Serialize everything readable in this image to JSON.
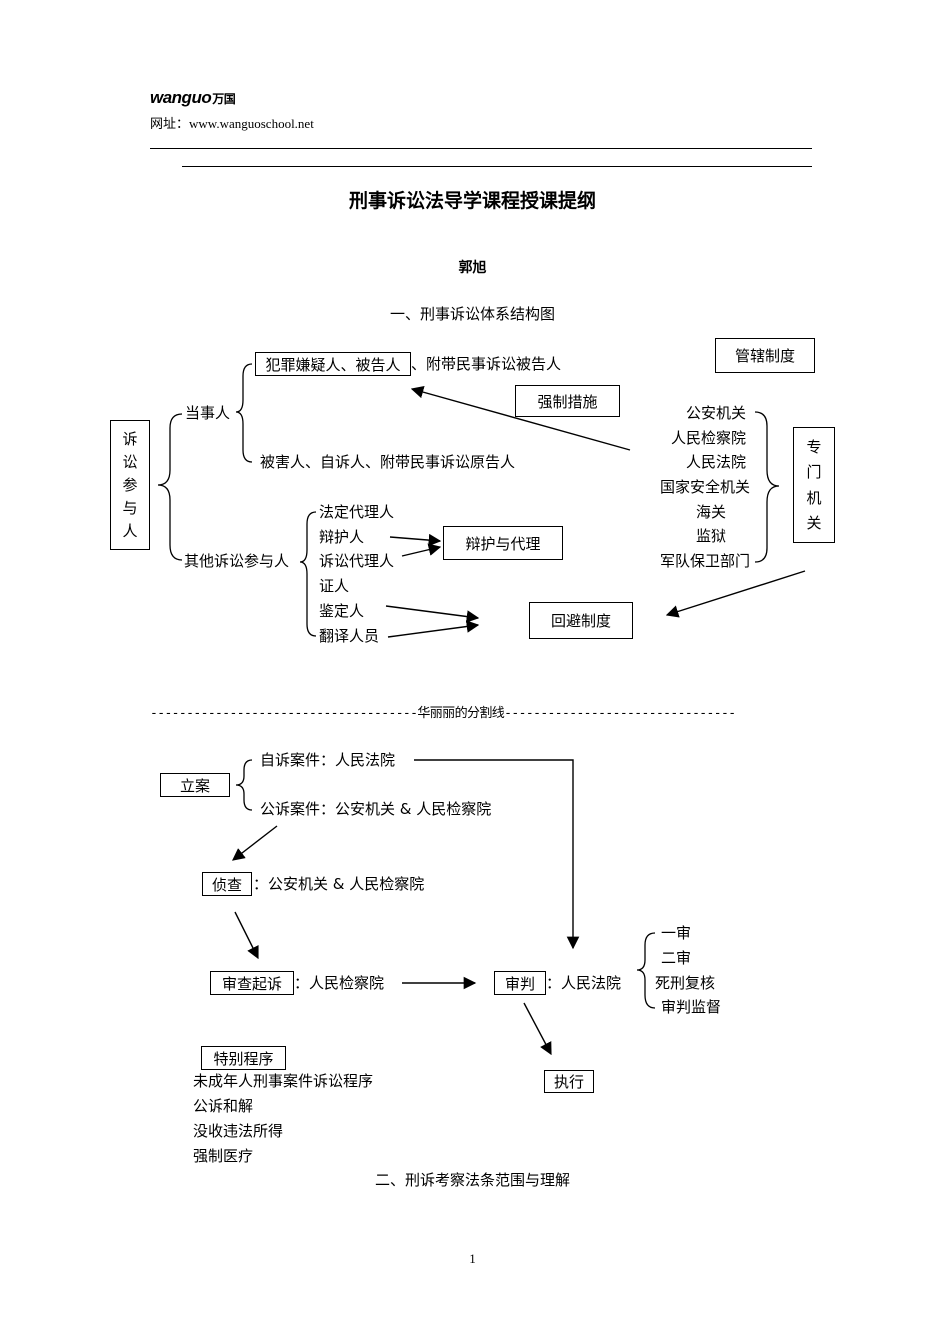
{
  "header": {
    "logo_text": "wanguo",
    "logo_cn": "万国",
    "url_label": "网址：",
    "url": "www.wanguoschool.net"
  },
  "doc": {
    "title": "刑事诉讼法导学课程授课提纲",
    "author": "郭旭",
    "section1": "一、刑事诉讼体系结构图",
    "section2": "二、刑诉考察法条范围与理解",
    "divider": "-------------------------------------华丽丽的分割线--------------------------------",
    "page_number": "1"
  },
  "diagram1": {
    "participants": [
      "诉",
      "讼",
      "参",
      "与",
      "人"
    ],
    "parties_label": "当事人",
    "defendant_box": "犯罪嫌疑人、被告人",
    "defendant_rest": "、附带民事诉讼被告人",
    "victim": "被害人、自诉人、附带民事诉讼原告人",
    "others_label": "其他诉讼参与人",
    "others": [
      "法定代理人",
      "辩护人",
      "诉讼代理人",
      "证人",
      "鉴定人",
      "翻译人员"
    ],
    "coercive": "强制措施",
    "defense": "辩护与代理",
    "recusal": "回避制度",
    "jurisdiction": "管辖制度",
    "organs": [
      "公安机关",
      "人民检察院",
      "人民法院",
      "国家安全机关",
      "海关",
      "监狱",
      "军队保卫部门"
    ],
    "special_organs": [
      "专",
      "门",
      "机",
      "关"
    ]
  },
  "diagram2": {
    "filing": "立案",
    "private": "自诉案件：人民法院",
    "public": "公诉案件：公安机关 & 人民检察院",
    "investigation": "侦查",
    "investigation_by": "：公安机关 & 人民检察院",
    "prosecution": "审查起诉",
    "prosecution_by": "：人民检察院",
    "trial": "审判",
    "trial_by": "：人民法院",
    "trial_types": [
      "一审",
      "二审",
      "死刑复核",
      "审判监督"
    ],
    "execution": "执行",
    "special": "特别程序",
    "special_items": [
      "未成年人刑事案件诉讼程序",
      "公诉和解",
      "没收违法所得",
      "强制医疗"
    ]
  }
}
